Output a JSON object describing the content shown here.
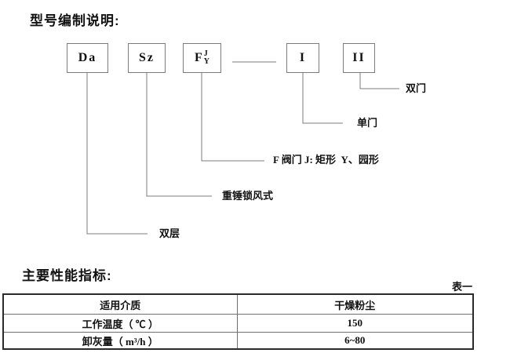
{
  "page": {
    "section1_title": "型号编制说明:",
    "section2_title": "主要性能指标:",
    "table_caption": "表一"
  },
  "colors": {
    "line_gray": "#7c7c7c",
    "table_outer_border": "#2b2b2b",
    "text": "#111111"
  },
  "diagram": {
    "boxes": [
      {
        "label": "Da"
      },
      {
        "label": "Sz"
      },
      {
        "label": "F",
        "upper": "J",
        "lower": "Y"
      },
      {
        "label": "I"
      },
      {
        "label": "II"
      }
    ],
    "annotations": [
      {
        "label": "双层"
      },
      {
        "label": "重锤锁风式"
      },
      {
        "label": "F 阀门 J: 矩形  Y、园形"
      },
      {
        "label": "单门"
      },
      {
        "label": "双门"
      }
    ]
  },
  "table": {
    "rows": [
      {
        "name": "适用介质",
        "value": "干燥粉尘"
      },
      {
        "name": "工作温度（ ℃ ）",
        "value": "150"
      },
      {
        "name": "卸灰量（ m³/h ）",
        "value": "6~80"
      }
    ]
  }
}
